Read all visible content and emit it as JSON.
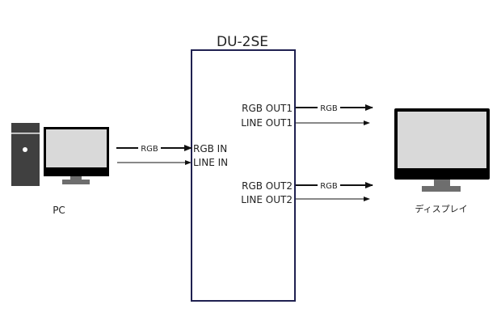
{
  "device": {
    "title": "DU-2SE",
    "inputs": [
      "RGB IN",
      "LINE IN"
    ],
    "outputs": [
      "RGB OUT1",
      "LINE OUT1",
      "RGB OUT2",
      "LINE OUT2"
    ]
  },
  "source": {
    "label": "PC"
  },
  "sink": {
    "label": "ディスプレイ"
  },
  "signals": {
    "in_rgb": "RGB",
    "out1_rgb": "RGB",
    "out2_rgb": "RGB"
  },
  "colors": {
    "box_border": "#1f2050",
    "line": "#111111",
    "screen": "#d9d9d9",
    "bezel": "#000000",
    "tower": "#404040",
    "stand": "#6e6e6e"
  }
}
